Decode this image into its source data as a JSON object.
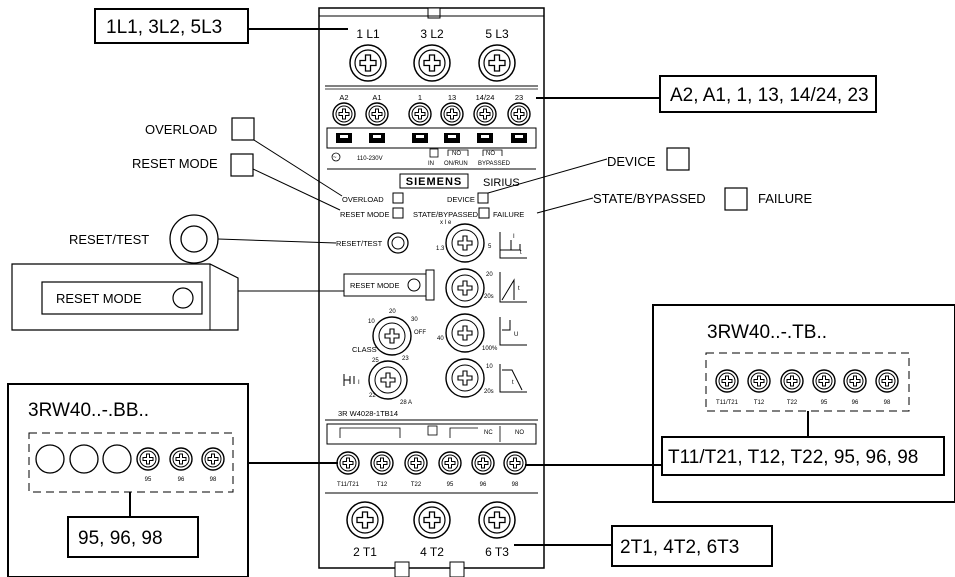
{
  "callouts": {
    "line_terminals": "1L1, 3L2, 5L3",
    "control_terminals": "A2, A1, 1, 13, 14/24, 23",
    "overload": "OVERLOAD",
    "reset_mode": "RESET MODE",
    "reset_test": "RESET/TEST",
    "reset_mode_button": "RESET   MODE",
    "device": "DEVICE",
    "state_bypassed": "STATE/BYPASSED",
    "failure": "FAILURE",
    "tb_variant": "3RW40..-.TB..",
    "tb_terminals": "T11/T21, T12, T22, 95, 96, 98",
    "bb_variant": "3RW40..-.BB..",
    "bb_terminals": "95, 96, 98",
    "load_terminals": "2T1, 4T2, 6T3"
  },
  "device": {
    "top_labels": [
      "1 L1",
      "3 L2",
      "5 L3"
    ],
    "control_labels": [
      "A2",
      "A1",
      "1",
      "13",
      "14/24",
      "23"
    ],
    "voltage": "110-230V",
    "in_label": "IN",
    "no_label_1": "NO",
    "no_label_2": "NO",
    "on_run": "ON/RUN",
    "bypassed": "BYPASSED",
    "brand": "SIEMENS",
    "series": "SIRIUS",
    "led_overload": "OVERLOAD",
    "led_device": "DEVICE",
    "led_reset_mode": "RESET MODE",
    "led_state": "STATE/BYPASSED",
    "led_failure": "FAILURE",
    "reset_test": "RESET/TEST",
    "reset_mode_btn": "RESET  MODE",
    "class_label": "CLASS",
    "off_label": "OFF",
    "model": "3R W4028-1TB14",
    "nc_label": "NC",
    "no_label_bottom": "NO",
    "bottom_terminal_labels": [
      "T11/T21",
      "T12",
      "T22",
      "95",
      "96",
      "98"
    ],
    "load_labels": [
      "2 T1",
      "4 T2",
      "6 T3"
    ],
    "ie_label": "x I e",
    "dial_ticks": {
      "current_min": "1.3",
      "current_max": "5",
      "ramp_up_max": "20",
      "ramp_up_max_s": "20s",
      "voltage_pct": "100%",
      "voltage_min": "40",
      "ramp_down_max": "10",
      "ramp_down_max_s": "20s",
      "class_10": "10",
      "class_20": "20",
      "class_hi": "30",
      "motor_current": "28 A",
      "ie_a": "25",
      "ie_b": "23",
      "ie_c": "22"
    }
  },
  "tb_terminal_labels": [
    "T11/T21",
    "T12",
    "T22",
    "95",
    "96",
    "98"
  ],
  "bb_terminal_labels": [
    "95",
    "96",
    "98"
  ]
}
